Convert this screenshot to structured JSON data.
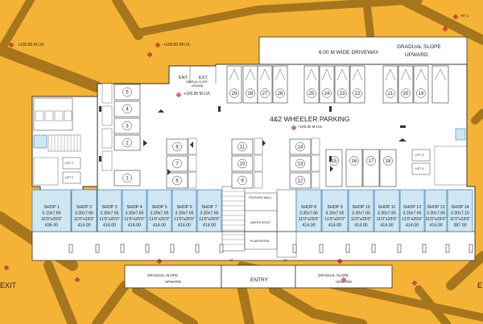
{
  "levels": {
    "top_left": "+100.00 M LVL",
    "top_mid": "+100.00 M LVL",
    "top_right": "+97.1",
    "ramp": "+100.30 M LVL",
    "parking": "+100.30 M LVL"
  },
  "labels": {
    "driveway": "6.00  M WIDE DRIVEWAY",
    "gradual_top_line1": "GRADUAL SLOPE",
    "gradual_top_line2": "UPWARD",
    "ent": "ENT.",
    "ext": "EXT.",
    "gradual_small": "GRADUAL SLOPE",
    "upward_small": "UPWARD",
    "parking": "4&2 WHEELER PARKING",
    "lift1": "LIFT 1",
    "lift2": "LIFT 2",
    "lift3": "LIFT 3",
    "lift4": "LIFT 4",
    "feature_wall": "FEATURE WALL",
    "water_body": "WATER BODY",
    "plantation": "PLANTATION",
    "entry": "ENTRY",
    "exit_left": "EXIT",
    "exit_right": "E",
    "gradual_bottom_left_1": "GRADUAL SLOPE",
    "gradual_bottom_left_2": "UPWARD",
    "gradual_bottom_right_1": "GRADUAL SLOPE",
    "gradual_bottom_right_2": "UPWARD",
    "up1": "UP",
    "up2": "UP"
  },
  "parking_stalls": {
    "top_row": [
      "29",
      "28",
      "27",
      "26",
      "25",
      "24",
      "23",
      "22",
      "21",
      "20",
      "19"
    ],
    "left_col": [
      "5",
      "4",
      "3",
      "2",
      "1"
    ],
    "mid_col_a": [
      "8",
      "7",
      "6"
    ],
    "mid_col_b": [
      "11",
      "10",
      "9"
    ],
    "mid_col_c": [
      "14",
      "13",
      "12"
    ],
    "bottom_row": [
      "15",
      "16",
      "17",
      "18"
    ]
  },
  "shops_left": [
    {
      "name": "SHOP 1",
      "dim": "5.10x7.65",
      "ft": "16'9\"x25'0\"",
      "area": "636.00"
    },
    {
      "name": "SHOP 2",
      "dim": "3.30x7.65",
      "ft": "11'0\"x25'0\"",
      "area": "414.00"
    },
    {
      "name": "SHOP 3",
      "dim": "3.30x7.65",
      "ft": "11'0\"x25'0\"",
      "area": "414.00"
    },
    {
      "name": "SHOP 4",
      "dim": "3.30x7.65",
      "ft": "11'0\"x25'0\"",
      "area": "414.00"
    },
    {
      "name": "SHOP 5",
      "dim": "3.30x7.65",
      "ft": "11'0\"x25'0\"",
      "area": "414.00"
    },
    {
      "name": "SHOP 6",
      "dim": "3.30x7.65",
      "ft": "11'0\"x25'0\"",
      "area": "414.00"
    },
    {
      "name": "SHOP 7",
      "dim": "3.30x7.65",
      "ft": "11'0\"x25'0\"",
      "area": "414.00"
    }
  ],
  "shops_right": [
    {
      "name": "SHOP 8",
      "dim": "3.30x7.65",
      "ft": "11'0\"x25'0\"",
      "area": "414.00"
    },
    {
      "name": "SHOP 9",
      "dim": "3.30x7.65",
      "ft": "11'0\"x25'0\"",
      "area": "414.00"
    },
    {
      "name": "SHOP 10",
      "dim": "3.30x7.65",
      "ft": "11'0\"x25'0\"",
      "area": "414.00"
    },
    {
      "name": "SHOP 11",
      "dim": "3.30x7.65",
      "ft": "11'0\"x25'0\"",
      "area": "414.00"
    },
    {
      "name": "SHOP 12",
      "dim": "3.30x7.65",
      "ft": "11'0\"x25'0\"",
      "area": "414.00"
    },
    {
      "name": "SHOP 13",
      "dim": "3.30x7.65",
      "ft": "11'0\"x25'0\"",
      "area": "414.00"
    },
    {
      "name": "SHOP 14",
      "dim": "3.30x7.15",
      "ft": "11'0\"x23'6\"",
      "area": "387.00"
    }
  ],
  "colors": {
    "ground": "#f5b335",
    "road": "#a5761c",
    "building": "#ffffff",
    "shop": "#cfe6f3",
    "shop_outline": "#1a6fa8",
    "marker": "#b0003a"
  }
}
